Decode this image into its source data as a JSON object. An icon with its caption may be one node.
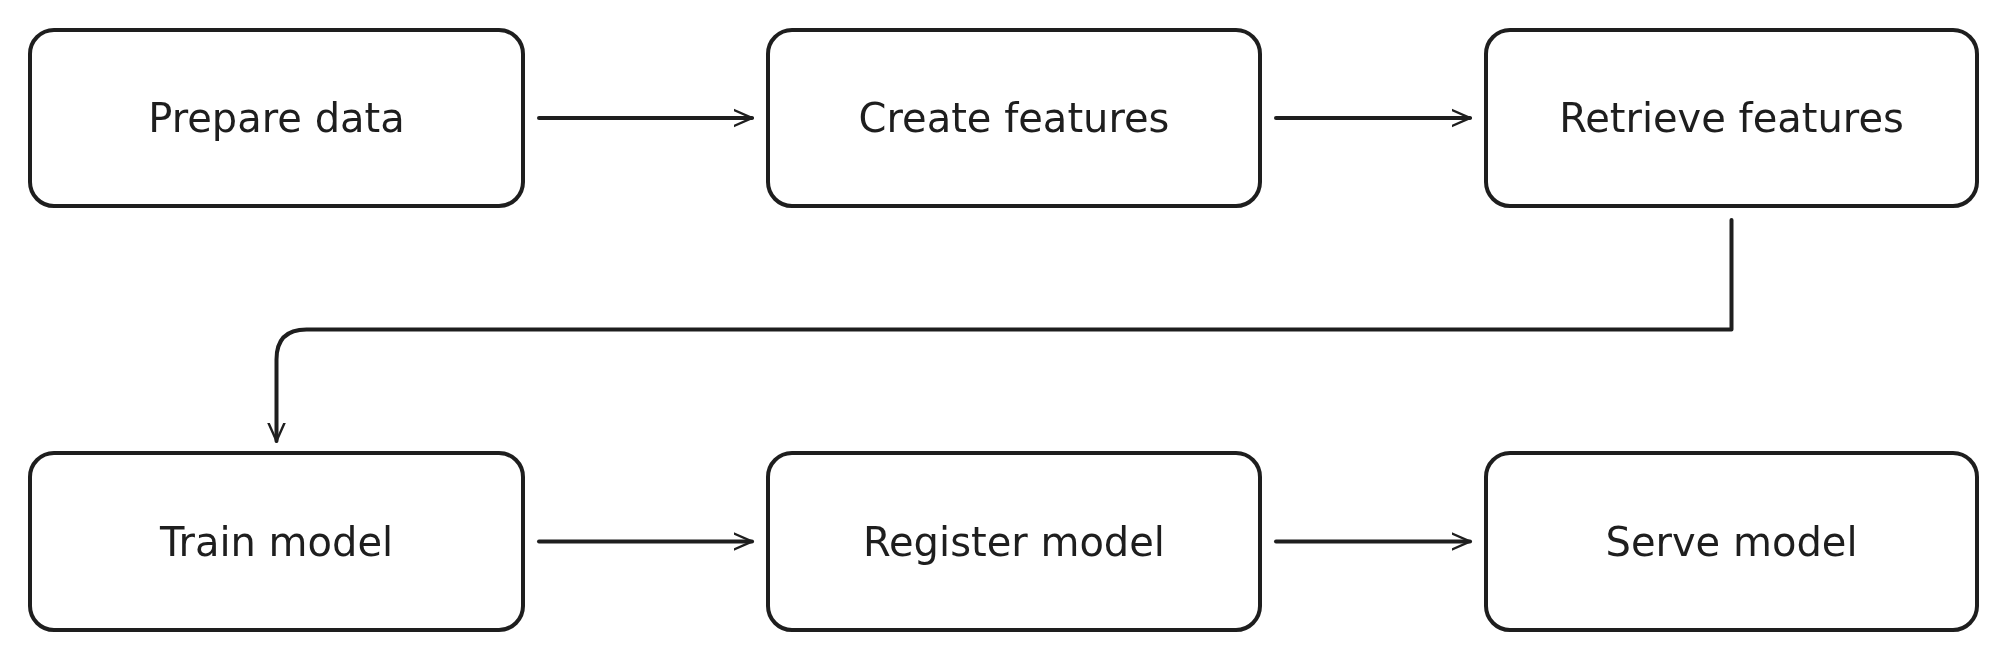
{
  "diagram": {
    "nodes": [
      {
        "text": [
          "Prepare data"
        ]
      },
      {
        "text": [
          "Create features"
        ]
      },
      {
        "text": [
          "Retrieve features"
        ]
      },
      {
        "text": [
          "Train model"
        ]
      },
      {
        "text": [
          "Register model"
        ]
      },
      {
        "text": [
          "Serve model"
        ]
      }
    ],
    "edges": [
      {
        "from": 0,
        "to": 1,
        "arrow": "to"
      },
      {
        "from": 1,
        "to": 2,
        "arrow": "to"
      },
      {
        "from": 2,
        "to": 3,
        "arrow": "to"
      },
      {
        "from": 3,
        "to": 4,
        "arrow": "to"
      },
      {
        "from": 4,
        "to": 5,
        "arrow": "to"
      }
    ]
  }
}
